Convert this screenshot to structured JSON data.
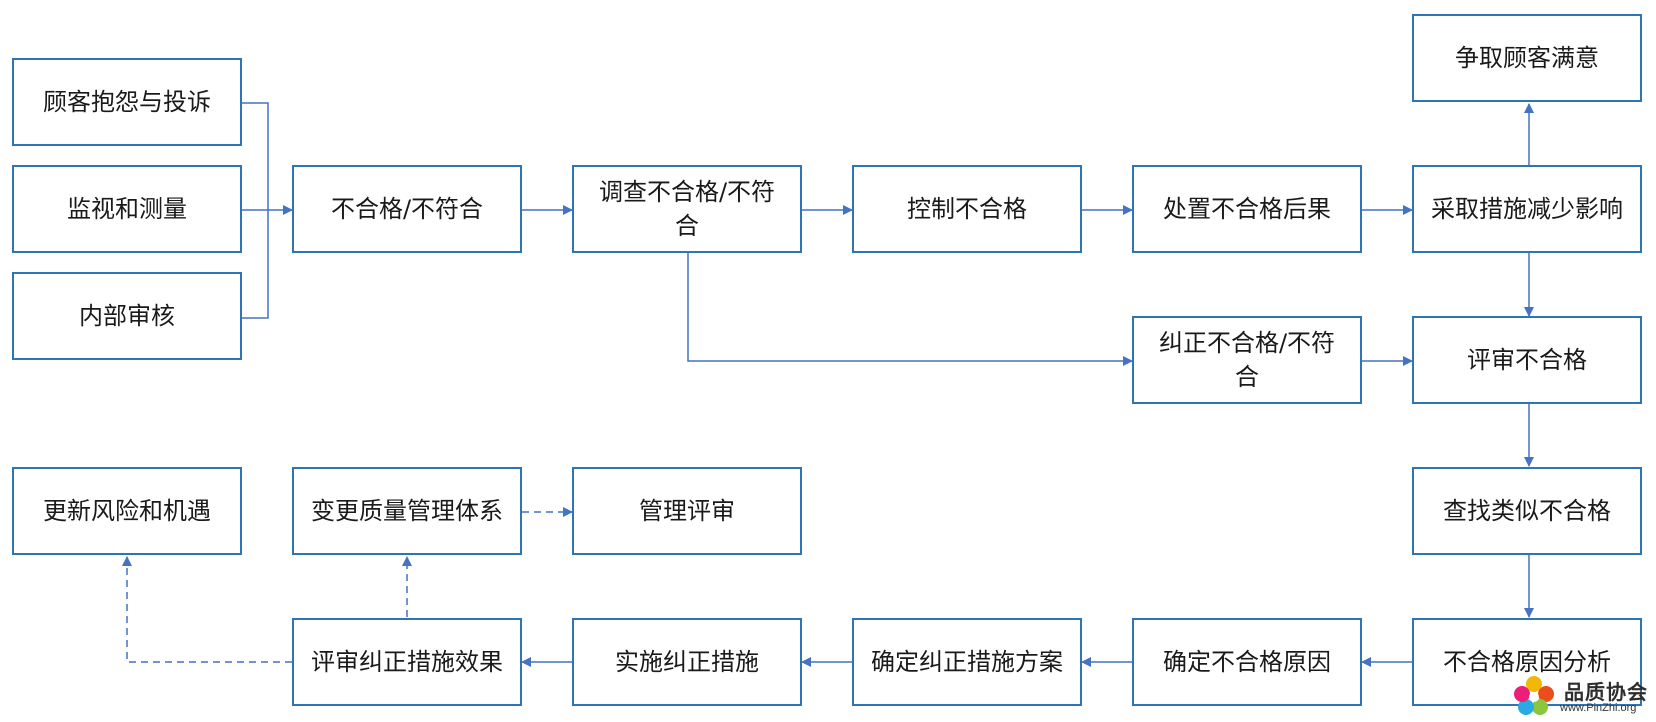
{
  "nodes": {
    "customer_complaints": "顾客抱怨与投诉",
    "monitoring_measurement": "监视和测量",
    "internal_audit": "内部审核",
    "nonconformity": "不合格/不符合",
    "investigate": "调查不合格/不符合",
    "control": "控制不合格",
    "handle_consequences": "处置不合格后果",
    "reduce_impact": "采取措施减少影响",
    "customer_satisfaction": "争取顾客满意",
    "correct": "纠正不合格/不符合",
    "review": "评审不合格",
    "find_similar": "查找类似不合格",
    "root_cause_analysis": "不合格原因分析",
    "determine_cause": "确定不合格原因",
    "determine_plan": "确定纠正措施方案",
    "implement": "实施纠正措施",
    "review_effectiveness": "评审纠正措施效果",
    "change_qms": "变更质量管理体系",
    "management_review": "管理评审",
    "update_risks": "更新风险和机遇"
  },
  "watermark": {
    "title": "品质协会",
    "url": "www.PinZhi.org"
  },
  "colors": {
    "box_border": "#2e75b6",
    "arrow": "#4472c4"
  }
}
